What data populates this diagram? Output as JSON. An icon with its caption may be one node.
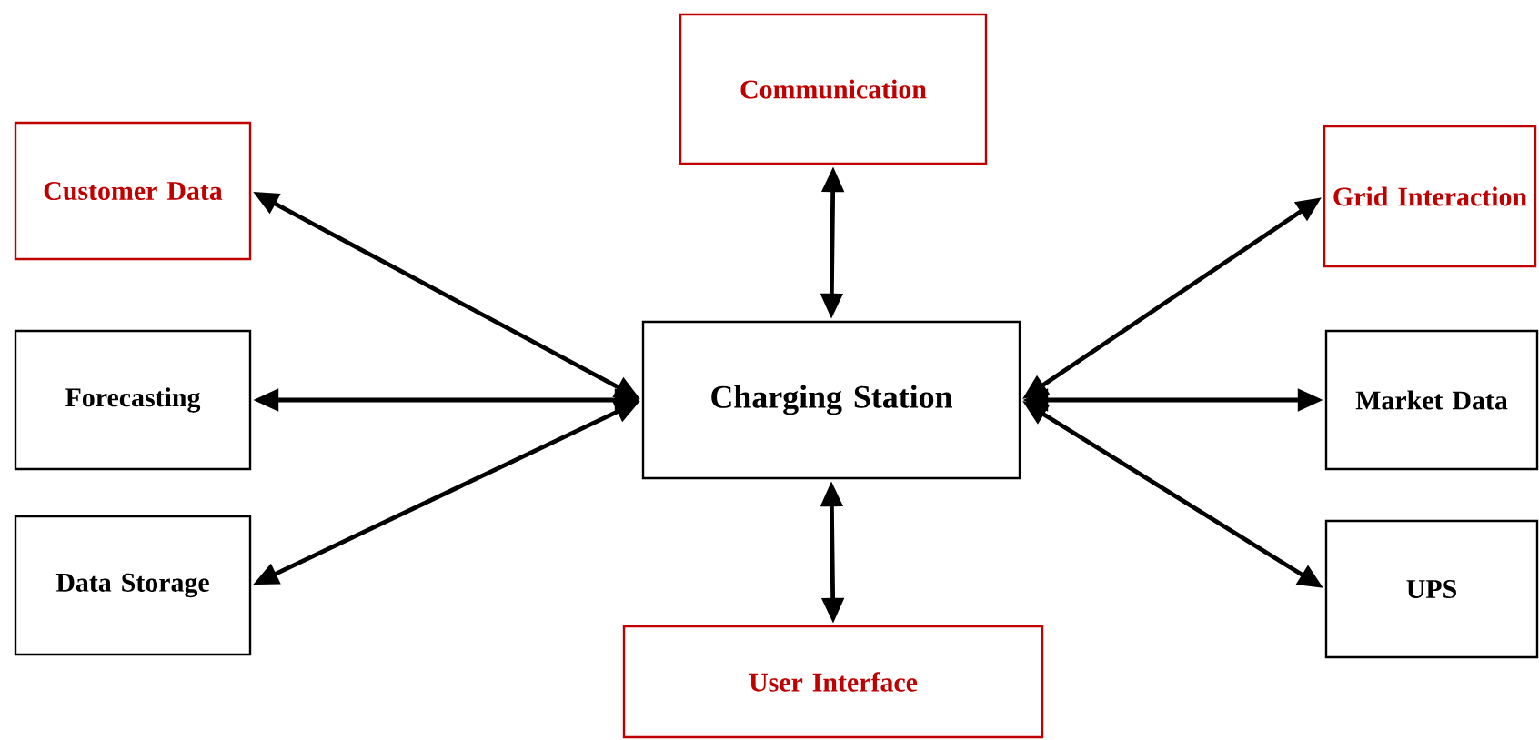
{
  "diagram": {
    "nodes": [
      {
        "text": [
          "Communication"
        ]
      },
      {
        "text": [
          "Customer Data"
        ]
      },
      {
        "text": [
          "Grid Interaction"
        ]
      },
      {
        "text": [
          "Forecasting"
        ]
      },
      {
        "text": [
          "Charging Station"
        ]
      },
      {
        "text": [
          "Market Data"
        ]
      },
      {
        "text": [
          "Data Storage"
        ]
      },
      {
        "text": [
          "UPS"
        ]
      },
      {
        "text": [
          "User Interface"
        ]
      }
    ],
    "edges": [
      {
        "from": 4,
        "to": 0,
        "arrow": "both"
      },
      {
        "from": 4,
        "to": 1,
        "arrow": "both"
      },
      {
        "from": 4,
        "to": 2,
        "arrow": "both"
      },
      {
        "from": 4,
        "to": 3,
        "arrow": "both"
      },
      {
        "from": 4,
        "to": 5,
        "arrow": "both"
      },
      {
        "from": 4,
        "to": 6,
        "arrow": "both"
      },
      {
        "from": 4,
        "to": 7,
        "arrow": "both"
      },
      {
        "from": 4,
        "to": 8,
        "arrow": "both"
      }
    ]
  }
}
